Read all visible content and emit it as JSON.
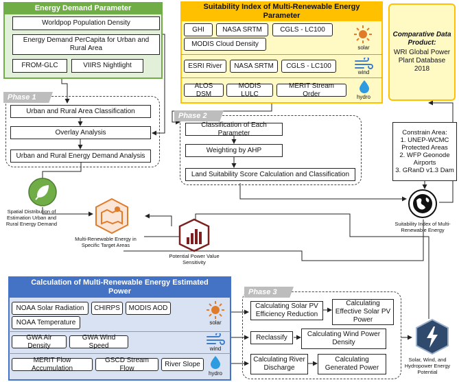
{
  "energy_demand": {
    "title": "Energy Demand Parameter",
    "worldpop": "Worldpop Population Density",
    "percapita": "Energy Demand PerCapita for Urban and Rural Area",
    "fromglc": "FROM-GLC",
    "viirs": "VIIRS Nightlight"
  },
  "phase1": {
    "label": "Phase 1",
    "step1": "Urban and Rural Area Classification",
    "step2": "Overlay Analysis",
    "step3": "Urban and Rural Energy Demand Analysis"
  },
  "suitability": {
    "title": "Suitability Index of Multi-Renewable Energy Parameter",
    "solar_row1": [
      "GHI",
      "NASA SRTM",
      "CGLS - LC100"
    ],
    "solar_row2": "MODIS Cloud Density",
    "wind_row": [
      "ESRI River",
      "NASA SRTM",
      "CGLS - LC100"
    ],
    "hydro_row": [
      "ALOS DSM",
      "MODIS LULC",
      "MERIT Stream Order"
    ],
    "solar_label": "solar",
    "wind_label": "wind",
    "hydro_label": "hydro"
  },
  "comparative": {
    "title": "Comparative Data Product:",
    "body": "WRI Global Power Plant Database 2018"
  },
  "phase2": {
    "label": "Phase 2",
    "step1": "Classification of Each Parameter",
    "step2": "Weighting by AHP",
    "step3": "Land Suitability Score Calculation and Classification"
  },
  "constrain": {
    "title": "Constrain Area:",
    "item1": "1. UNEP-WCMC Protected Areas",
    "item2": "2. WFP Geonode Airports",
    "item3": "3. GRanD v1.3 Dam"
  },
  "icons": {
    "spatial_caption": "Spatial Distribution of Estimation Urban and Rural Energy Demand",
    "target_caption": "Multi-Renewable Energy in Specific Target Areas",
    "sensitivity_caption": "Potential Power Value Sensitivity",
    "suitability_caption": "Suitability Index of Multi-Renewable Energy",
    "potential_caption": "Solar, Wind, and Hydropower Energy Potential"
  },
  "calc": {
    "title": "Calculation of Multi-Renewable Energy Estimated Power",
    "solar_inputs": [
      "NOAA Solar Radiation",
      "CHIRPS",
      "MODIS AOD"
    ],
    "solar_input4": "NOAA Temperature",
    "wind_inputs": [
      "GWA Air Density",
      "GWA Wind Speed"
    ],
    "hydro_inputs": [
      "MERIT Flow Accumulation",
      "GSCD Stream Flow",
      "River Slope"
    ],
    "solar_label": "solar",
    "wind_label": "wind",
    "hydro_label": "hydro"
  },
  "phase3": {
    "label": "Phase 3",
    "solar_step1": "Calculating Solar PV Efficiency Reduction",
    "solar_step2": "Calculating Effective Solar PV Power",
    "wind_step1": "Reclassify",
    "wind_step2": "Calculating Wind Power Density",
    "hydro_step1": "Calculating River Discharge",
    "hydro_step2": "Calculating Generated Power"
  },
  "colors": {
    "green": "#70ad47",
    "yellow": "#ffc000",
    "light_yellow": "#fff9c4",
    "blue": "#4472c4",
    "light_blue": "#d9e2f3",
    "light_green": "#e2efd9",
    "orange": "#e07b2a",
    "maroon": "#7b1f1f",
    "navy": "#2f4a6d",
    "wind_blue": "#3d7cc9",
    "hydro_blue": "#2e9be0"
  }
}
